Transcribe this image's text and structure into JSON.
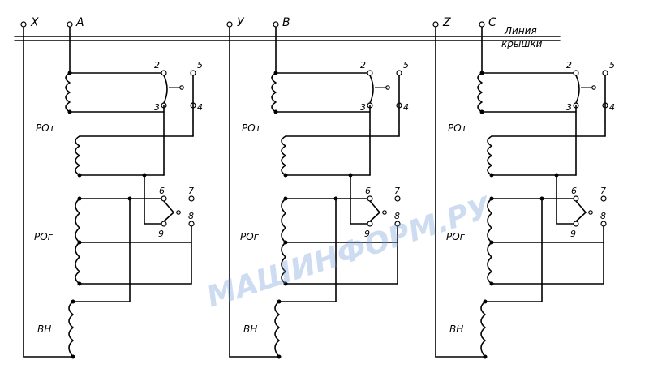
{
  "lid_label": [
    "Линия",
    "крышки"
  ],
  "watermark": "МАШИНФОРМ.РУ",
  "phases": [
    {
      "neutral": "X",
      "line": "A",
      "windings": {
        "rot": "РОт",
        "rog": "РОг",
        "vn": "ВН"
      },
      "taps": [
        "2",
        "3",
        "4",
        "5",
        "6",
        "7",
        "8",
        "9"
      ]
    },
    {
      "neutral": "У",
      "line": "В",
      "windings": {
        "rot": "РОт",
        "rog": "РОг",
        "vn": "ВН"
      },
      "taps": [
        "2",
        "3",
        "4",
        "5",
        "6",
        "7",
        "8",
        "9"
      ]
    },
    {
      "neutral": "Z",
      "line": "С",
      "windings": {
        "rot": "РОт",
        "rog": "РОг",
        "vn": "ВН"
      },
      "taps": [
        "2",
        "3",
        "4",
        "5",
        "6",
        "7",
        "8",
        "9"
      ]
    }
  ],
  "colors": {
    "line": "#000000",
    "watermark": "#6f9ad8"
  }
}
